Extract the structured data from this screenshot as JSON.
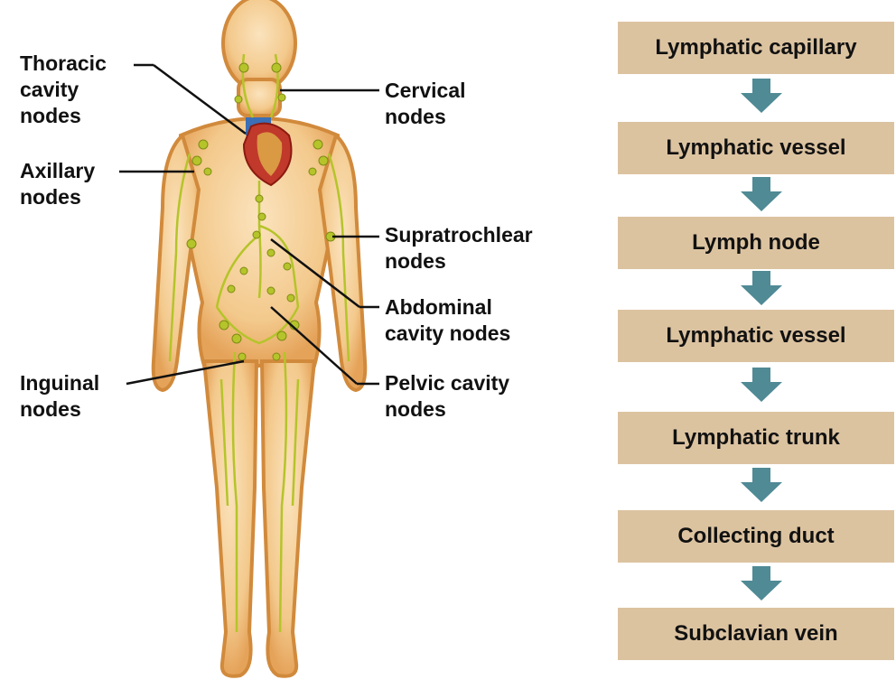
{
  "diagram": {
    "labels": {
      "thoracic": "Thoracic\ncavity\nnodes",
      "axillary": "Axillary\nnodes",
      "inguinal": "Inguinal\nnodes",
      "cervical": "Cervical\nnodes",
      "supratrochlear": "Supratrochlear\nnodes",
      "abdominal": "Abdominal\ncavity nodes",
      "pelvic": "Pelvic cavity\nnodes"
    }
  },
  "flow": {
    "steps": [
      "Lymphatic capillary",
      "Lymphatic vessel",
      "Lymph node",
      "Lymphatic vessel",
      "Lymphatic trunk",
      "Collecting duct",
      "Subclavian vein"
    ]
  },
  "colors": {
    "box": "#dcc3a0",
    "arrow": "#4f8a95",
    "skin": "#f2c98f",
    "skin_outline": "#d18a3c",
    "lymph": "#b5c42a"
  }
}
